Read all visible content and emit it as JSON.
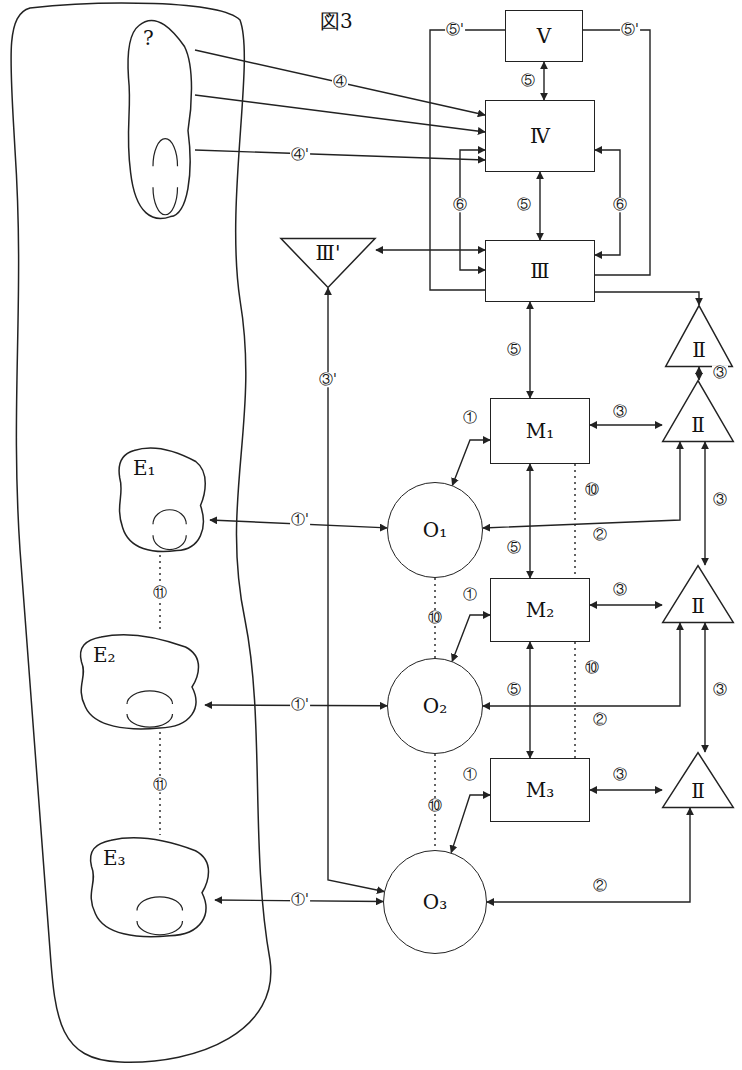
{
  "diagram": {
    "title": "図3",
    "nodes": [
      {
        "text": [
          "?"
        ]
      },
      {
        "text": [
          "Ⅴ"
        ]
      },
      {
        "text": [
          "Ⅳ"
        ]
      },
      {
        "text": [
          "Ⅲ"
        ]
      },
      {
        "text": [
          "Ⅲ'"
        ]
      },
      {
        "text": [
          "Ⅱ"
        ]
      },
      {
        "text": [
          "Ⅱ"
        ]
      },
      {
        "text": [
          "M₁"
        ]
      },
      {
        "text": [
          "O₁"
        ]
      },
      {
        "text": [
          "E₁"
        ]
      },
      {
        "text": [
          "M₂"
        ]
      },
      {
        "text": [
          "Ⅱ"
        ]
      },
      {
        "text": [
          "O₂"
        ]
      },
      {
        "text": [
          "E₂"
        ]
      },
      {
        "text": [
          "M₃"
        ]
      },
      {
        "text": [
          "Ⅱ"
        ]
      },
      {
        "text": [
          "O₃"
        ]
      },
      {
        "text": [
          "E₃"
        ]
      }
    ],
    "edges": [
      {
        "from": 9,
        "to": 8,
        "arrow": "both",
        "label": "①'"
      },
      {
        "from": 13,
        "to": 12,
        "arrow": "both",
        "label": "①'"
      },
      {
        "from": 17,
        "to": 16,
        "arrow": "both",
        "label": "①'"
      },
      {
        "from": 8,
        "to": 7,
        "arrow": "both",
        "label": "①"
      },
      {
        "from": 12,
        "to": 10,
        "arrow": "both",
        "label": "①"
      },
      {
        "from": 16,
        "to": 14,
        "arrow": "both",
        "label": "①"
      },
      {
        "from": 7,
        "to": 6,
        "arrow": "both",
        "label": "③"
      },
      {
        "from": 10,
        "to": 11,
        "arrow": "both",
        "label": "③"
      },
      {
        "from": 14,
        "to": 15,
        "arrow": "both",
        "label": "③"
      },
      {
        "from": 8,
        "to": 6,
        "arrow": "both",
        "label": "②"
      },
      {
        "from": 12,
        "to": 11,
        "arrow": "both",
        "label": "②"
      },
      {
        "from": 16,
        "to": 15,
        "arrow": "both",
        "label": "②"
      },
      {
        "from": 5,
        "to": 6,
        "arrow": "both",
        "label": "③"
      },
      {
        "from": 6,
        "to": 11,
        "arrow": "both",
        "label": "③"
      },
      {
        "from": 11,
        "to": 15,
        "arrow": "both",
        "label": "③"
      },
      {
        "from": 3,
        "to": 5,
        "arrow": "to"
      },
      {
        "from": 7,
        "to": 3,
        "arrow": "both",
        "label": "⑤"
      },
      {
        "from": 10,
        "to": 7,
        "arrow": "both",
        "label": "⑤"
      },
      {
        "from": 14,
        "to": 10,
        "arrow": "both",
        "label": "⑤"
      },
      {
        "from": 3,
        "to": 2,
        "arrow": "both",
        "label": "⑤"
      },
      {
        "from": 2,
        "to": 1,
        "arrow": "both",
        "label": "⑤"
      },
      {
        "from": 3,
        "to": 2,
        "arrow": "both",
        "label": "⑥"
      },
      {
        "from": 3,
        "to": 2,
        "arrow": "both",
        "label": "⑥"
      },
      {
        "from": 1,
        "to": 3,
        "arrow": "none",
        "label": "⑤'"
      },
      {
        "from": 1,
        "to": 3,
        "arrow": "none",
        "label": "⑤'"
      },
      {
        "from": 0,
        "to": 2,
        "arrow": "to",
        "label": "④"
      },
      {
        "from": 0,
        "to": 2,
        "arrow": "to"
      },
      {
        "from": 0,
        "to": 2,
        "arrow": "to",
        "label": "④'"
      },
      {
        "from": 4,
        "to": 3,
        "arrow": "both"
      },
      {
        "from": 4,
        "to": 16,
        "arrow": "both",
        "label": "③'"
      },
      {
        "from": 8,
        "to": 12,
        "arrow": "none",
        "label": "⑩"
      },
      {
        "from": 12,
        "to": 16,
        "arrow": "none",
        "label": "⑩"
      },
      {
        "from": 9,
        "to": 13,
        "arrow": "none",
        "label": "⑪"
      },
      {
        "from": 13,
        "to": 17,
        "arrow": "none",
        "label": "⑪"
      },
      {
        "from": 7,
        "to": 10,
        "arrow": "none",
        "label": "⑩"
      },
      {
        "from": 10,
        "to": 14,
        "arrow": "none",
        "label": "⑩"
      }
    ]
  }
}
